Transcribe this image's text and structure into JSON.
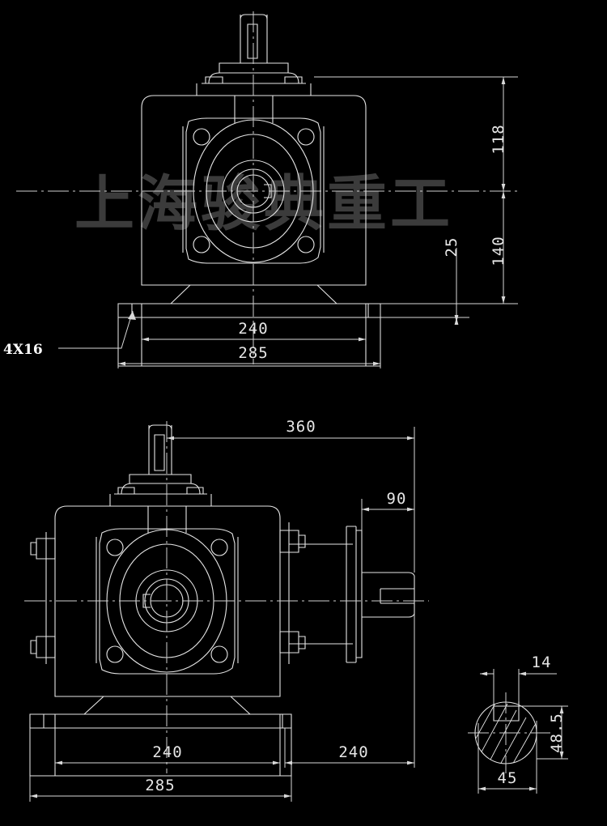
{
  "drawing": {
    "title": "Spiral bevel gearbox outline dimension drawing",
    "background_color": "#000000",
    "line_color": "#e6e6e6",
    "dim_color": "#d9d9d9",
    "watermark_color": "#3b3b3b",
    "units": "mm"
  },
  "watermark": {
    "text": "上海骏典重工"
  },
  "views": [
    {
      "id": "front-view",
      "name": "front-elevation-view",
      "label": ""
    },
    {
      "id": "side-view",
      "name": "side-elevation-view",
      "label": ""
    },
    {
      "id": "shaft-section-view",
      "name": "output-shaft-cross-section",
      "label": ""
    }
  ],
  "dimensions": {
    "front_view": [
      {
        "id": "d-118",
        "value": "118",
        "orientation": "vertical",
        "name": "dimension-118"
      },
      {
        "id": "d-140",
        "value": "140",
        "orientation": "vertical",
        "name": "dimension-140"
      },
      {
        "id": "d-25",
        "value": "25",
        "orientation": "vertical",
        "name": "dimension-25"
      },
      {
        "id": "d-240a",
        "value": "240",
        "orientation": "horizontal",
        "name": "dimension-240-top"
      },
      {
        "id": "d-285a",
        "value": "285",
        "orientation": "horizontal",
        "name": "dimension-285-top"
      }
    ],
    "side_view": [
      {
        "id": "d-360",
        "value": "360",
        "orientation": "horizontal",
        "name": "dimension-360"
      },
      {
        "id": "d-90",
        "value": "90",
        "orientation": "horizontal",
        "name": "dimension-90"
      },
      {
        "id": "d-240b",
        "value": "240",
        "orientation": "horizontal",
        "name": "dimension-240-left"
      },
      {
        "id": "d-240c",
        "value": "240",
        "orientation": "horizontal",
        "name": "dimension-240-right"
      },
      {
        "id": "d-285b",
        "value": "285",
        "orientation": "horizontal",
        "name": "dimension-285-bottom"
      }
    ],
    "shaft_section": [
      {
        "id": "d-14",
        "value": "14",
        "orientation": "horizontal",
        "name": "dimension-14"
      },
      {
        "id": "d-485",
        "value": "48.5",
        "orientation": "vertical",
        "name": "dimension-48-5"
      },
      {
        "id": "d-45",
        "value": "45",
        "orientation": "horizontal",
        "name": "dimension-45"
      }
    ]
  },
  "annotations": [
    {
      "id": "a-4x16",
      "text": "4X16",
      "name": "leader-note-4x16",
      "description": "mounting hole callout with leader line"
    }
  ]
}
